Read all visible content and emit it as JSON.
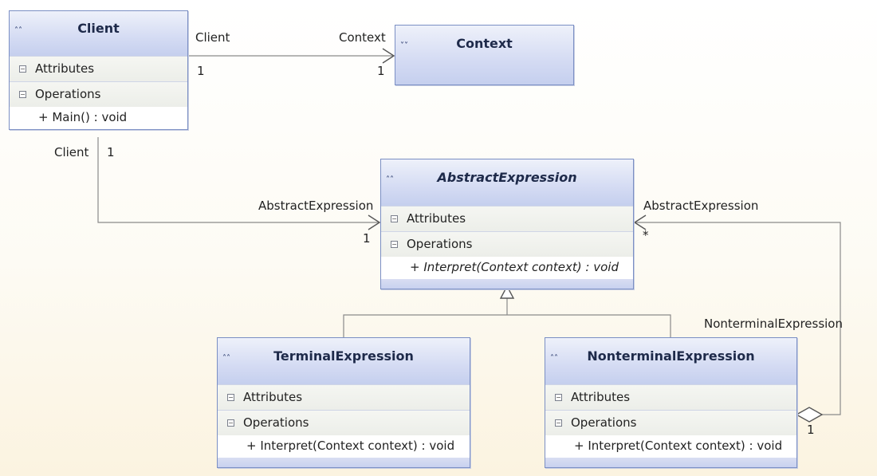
{
  "classes": {
    "client": {
      "title": "Client",
      "attributes_label": "Attributes",
      "operations_label": "Operations",
      "operations": [
        "+ Main() : void"
      ]
    },
    "context": {
      "title": "Context"
    },
    "abstract_expression": {
      "title": "AbstractExpression",
      "attributes_label": "Attributes",
      "operations_label": "Operations",
      "operations": [
        "+ Interpret(Context context) : void"
      ]
    },
    "terminal_expression": {
      "title": "TerminalExpression",
      "attributes_label": "Attributes",
      "operations_label": "Operations",
      "operations": [
        "+ Interpret(Context context) : void"
      ]
    },
    "nonterminal_expression": {
      "title": "NonterminalExpression",
      "attributes_label": "Attributes",
      "operations_label": "Operations",
      "operations": [
        "+ Interpret(Context context) : void"
      ]
    }
  },
  "associations": {
    "client_context": {
      "source_role": "Client",
      "source_mult": "1",
      "target_role": "Context",
      "target_mult": "1"
    },
    "client_abstract": {
      "source_role": "Client",
      "source_mult": "1",
      "target_role": "AbstractExpression",
      "target_mult": "1"
    },
    "nonterminal_abstract": {
      "target_role": "AbstractExpression",
      "target_mult": "*",
      "source_role": "NonterminalExpression",
      "source_mult": "1"
    }
  },
  "colors": {
    "header_gradient_top": "#eef1fa",
    "header_gradient_bottom": "#c5cfee",
    "border": "#7b8fc4",
    "connector": "#8a8a8a"
  }
}
